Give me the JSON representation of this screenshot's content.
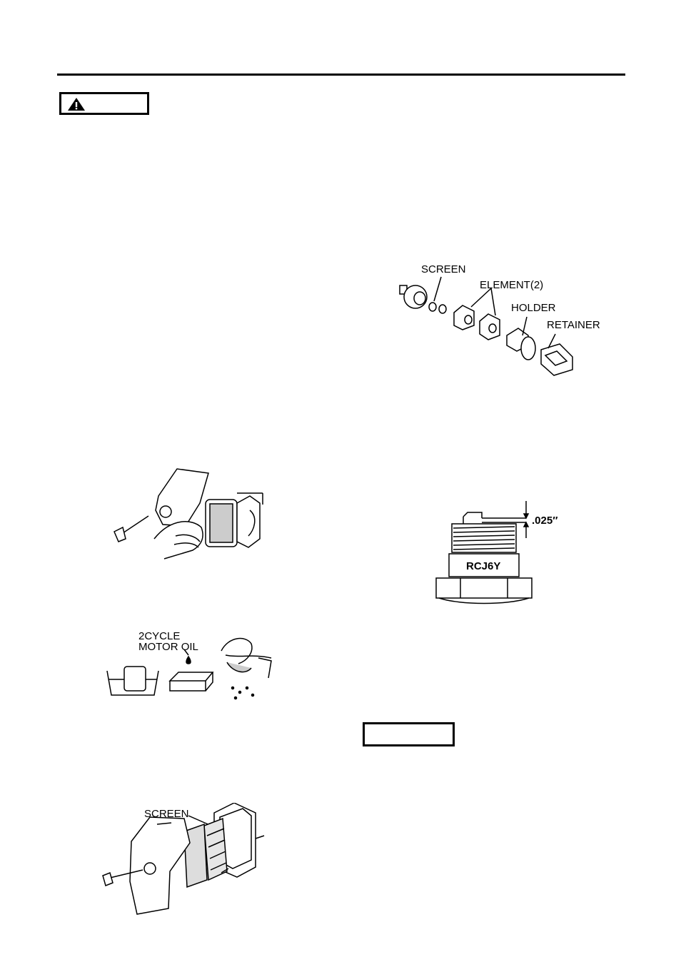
{
  "figures": {
    "fuel_filter": {
      "screen": "SCREEN",
      "element": "ELEMENT(2)",
      "holder": "HOLDER",
      "retainer": "RETAINER"
    },
    "spark_plug": {
      "gap": ".025″",
      "model": "RCJ6Y"
    },
    "oil_soak": {
      "line1": "2CYCLE",
      "line2": "MOTOR OIL"
    },
    "air_filter_assembly": {
      "screen": "SCREEN"
    }
  },
  "icons": {
    "warning": "warning-triangle-icon"
  }
}
